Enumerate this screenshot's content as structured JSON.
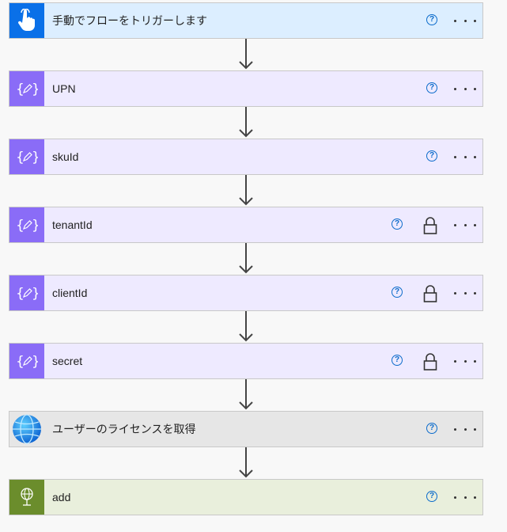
{
  "colors": {
    "trigger_bg": "#dceeff",
    "trigger_icon_bg": "#0a70e8",
    "variable_bg": "#eeeaff",
    "variable_icon_bg": "#8a6cf7",
    "http_bg": "#e6e6e6",
    "add_bg": "#e9efdc",
    "add_icon_bg": "#6b8d2c",
    "help_color": "#0b6bcb"
  },
  "steps": [
    {
      "label": "手動でフローをトリガーします",
      "icon": "hand-pointer-icon",
      "type": "trigger",
      "locked": false
    },
    {
      "label": "UPN",
      "icon": "variable-icon",
      "type": "variable",
      "locked": false
    },
    {
      "label": "skuId",
      "icon": "variable-icon",
      "type": "variable",
      "locked": false
    },
    {
      "label": "tenantId",
      "icon": "variable-icon",
      "type": "variable",
      "locked": true
    },
    {
      "label": "clientId",
      "icon": "variable-icon",
      "type": "variable",
      "locked": true
    },
    {
      "label": "secret",
      "icon": "variable-icon",
      "type": "variable",
      "locked": true
    },
    {
      "label": "ユーザーのライセンスを取得",
      "icon": "globe-icon",
      "type": "http",
      "locked": false
    },
    {
      "label": "add",
      "icon": "plant-icon",
      "type": "add",
      "locked": false
    }
  ],
  "help_glyph": "?"
}
